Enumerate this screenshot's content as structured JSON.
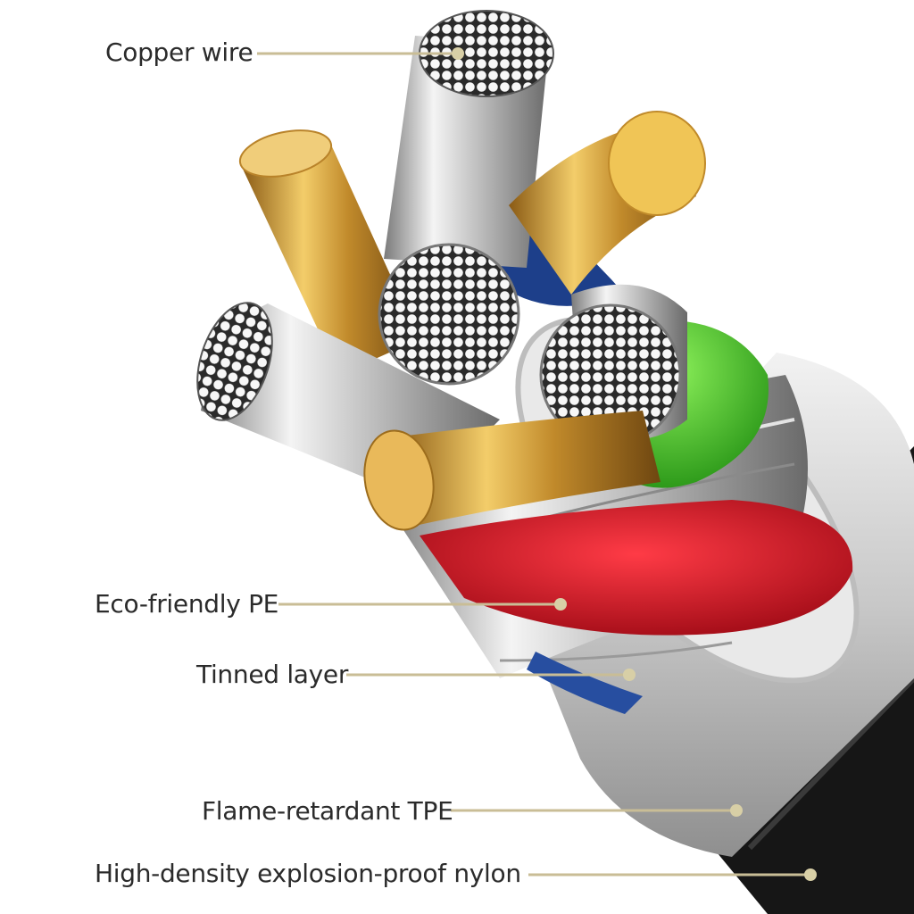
{
  "labels": {
    "copper": "Copper wire",
    "pe": "Eco-friendly PE",
    "tinned": "Tinned layer",
    "tpe": "Flame-retardant TPE",
    "nylon": "High-density explosion-proof nylon"
  },
  "colors": {
    "leader_line": "#c9bd96",
    "leader_dot": "#d8cfa6",
    "text": "#2b2b2b",
    "gold": "#d9a441",
    "silver": "#d5d5d5",
    "red": "#d81e2b",
    "green": "#49c22e",
    "blue": "#1d3f8a",
    "nylon": "#1a1a1a"
  }
}
